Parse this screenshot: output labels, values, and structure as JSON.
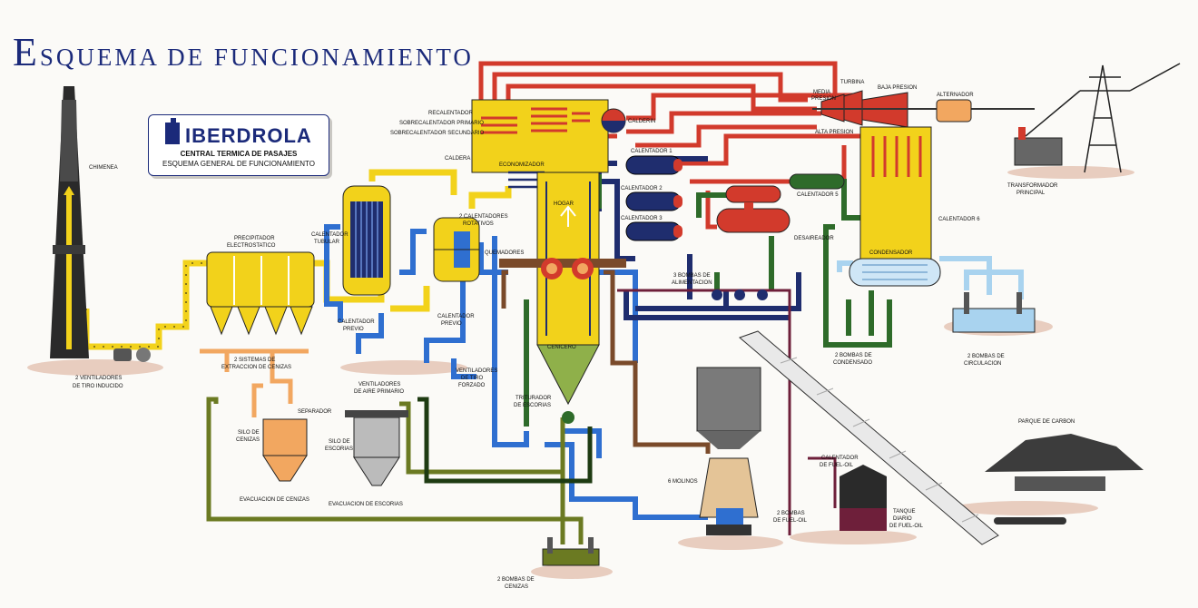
{
  "header": {
    "title_initial": "E",
    "title_rest": "SQUEMA DE FUNCIONAMIENTO"
  },
  "logo": {
    "brand": "IBERDROLA",
    "line1": "CENTRAL TERMICA DE PASAJES",
    "line2": "ESQUEMA GENERAL DE FUNCIONAMIENTO"
  },
  "labels": {
    "chimenea": "CHIMENEA",
    "ventiladores_1": "2 VENTILADORES",
    "ventiladores_2": "DE TIRO INDUCIDO",
    "precipitador_1": "PRECIPITADOR",
    "precipitador_2": "ELECTROSTATICO",
    "extraccion_1": "2 SISTEMAS DE",
    "extraccion_2": "EXTRACCION DE CENIZAS",
    "separador": "SEPARADOR",
    "silo_cenizas_1": "SILO DE",
    "silo_cenizas_2": "CENIZAS",
    "evac_cenizas": "EVACUACION DE CENIZAS",
    "silo_escorias_1": "SILO DE",
    "silo_escorias_2": "ESCORIAS",
    "evac_escorias": "EVACUACION DE ESCORIAS",
    "calentador_tubular_1": "CALENTADOR",
    "calentador_tubular_2": "TUBULAR",
    "calentador_previo_1": "CALENTADOR",
    "calentador_previo_2": "PREVIO",
    "vent_aire_1": "VENTILADORES",
    "vent_aire_2": "DE AIRE PRIMARIO",
    "vent_tiro_1": "VENTILADORES",
    "vent_tiro_2": "DE TIRO",
    "vent_tiro_3": "FORZADO",
    "cal_rotativos_1": "2 CALENTADORES",
    "cal_rotativos_2": "ROTATIVOS",
    "quemadores": "QUEMADORES",
    "recalentador": "RECALENTADOR",
    "sobrecalentador_primario": "SOBRECALENTADOR PRIMARIO",
    "sobrecalentador_secundario": "SOBRECALENTADOR SECUNDARIO",
    "caldera": "CALDERA",
    "calderin": "CALDERIN",
    "economizador": "ECONOMIZADOR",
    "hogar": "HOGAR",
    "cenicero": "CENICERO",
    "triturador_1": "TRITURADOR",
    "triturador_2": "DE ESCORIAS",
    "bombas_cenizas_1": "2 BOMBAS DE",
    "bombas_cenizas_2": "CENIZAS",
    "molinos": "6 MOLINOS",
    "calentador_1": "CALENTADOR 1",
    "calentador_2": "CALENTADOR 2",
    "calentador_3": "CALENTADOR 3",
    "calentador_5": "CALENTADOR 5",
    "calentador_6": "CALENTADOR 6",
    "desaireador": "DESAIREADOR",
    "bombas_alimentacion_1": "3 BOMBAS DE",
    "bombas_alimentacion_2": "ALIMENTACION",
    "turbina": "TURBINA",
    "media_presion_1": "MEDIA",
    "media_presion_2": "PRESION",
    "baja_presion": "BAJA PRESION",
    "alta_presion": "ALTA PRESION",
    "alternador": "ALTERNADOR",
    "transformador_1": "TRANSFORMADOR",
    "transformador_2": "PRINCIPAL",
    "condensador": "CONDENSADOR",
    "bombas_condensado_1": "2 BOMBAS DE",
    "bombas_condensado_2": "CONDENSADO",
    "bombas_circulacion_1": "2 BOMBAS DE",
    "bombas_circulacion_2": "CIRCULACION",
    "calentador_fuel_1": "CALENTADOR",
    "calentador_fuel_2": "DE FUEL-OIL",
    "bombas_fuel_1": "2 BOMBAS",
    "bombas_fuel_2": "DE FUEL-OIL",
    "tanque_1": "TANQUE",
    "tanque_2": "DIARIO",
    "tanque_3": "DE FUEL-OIL",
    "parque_carbon": "PARQUE DE CARBON"
  },
  "colors": {
    "flue_gas": "#f2d21b",
    "steam": "#d23a2c",
    "feedwater": "#1f2d6e",
    "condensate": "#2e6b2a",
    "air": "#2f6fd0",
    "ash": "#f2a760",
    "slag": "#6b7a22",
    "coal": "#7a4a2a",
    "cooling_water": "#a9d3ef",
    "title": "#1b2a7a"
  }
}
